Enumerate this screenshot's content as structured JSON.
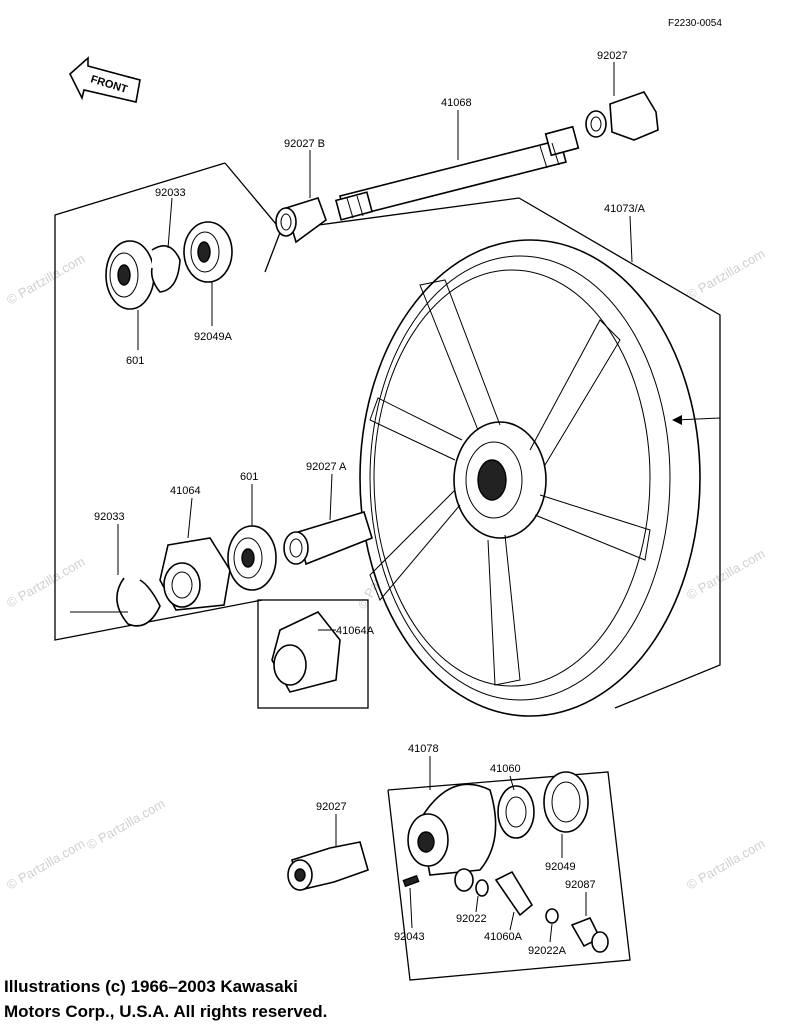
{
  "diagram_code": "F2230-0054",
  "front_label": "FRONT",
  "watermark": "© Partzilla.com",
  "copyright_lines": [
    "Illustrations (c) 1966–2003 Kawasaki",
    "Motors Corp., U.S.A.  All rights reserved."
  ],
  "parts": {
    "p92027_top": "92027",
    "p41068": "41068",
    "p92027b": "92027 B",
    "p92033_top": "92033",
    "p601_top": "601",
    "p92049a": "92049A",
    "p41073a": "41073/A",
    "p41064": "41064",
    "p601_mid": "601",
    "p92027a": "92027 A",
    "p92033_mid": "92033",
    "p41064a": "41064A",
    "p41078": "41078",
    "p41060": "41060",
    "p92027_bot": "92027",
    "p92049": "92049",
    "p92087": "92087",
    "p92043": "92043",
    "p92022": "92022",
    "p41060a": "41060A",
    "p92022a": "92022A"
  }
}
